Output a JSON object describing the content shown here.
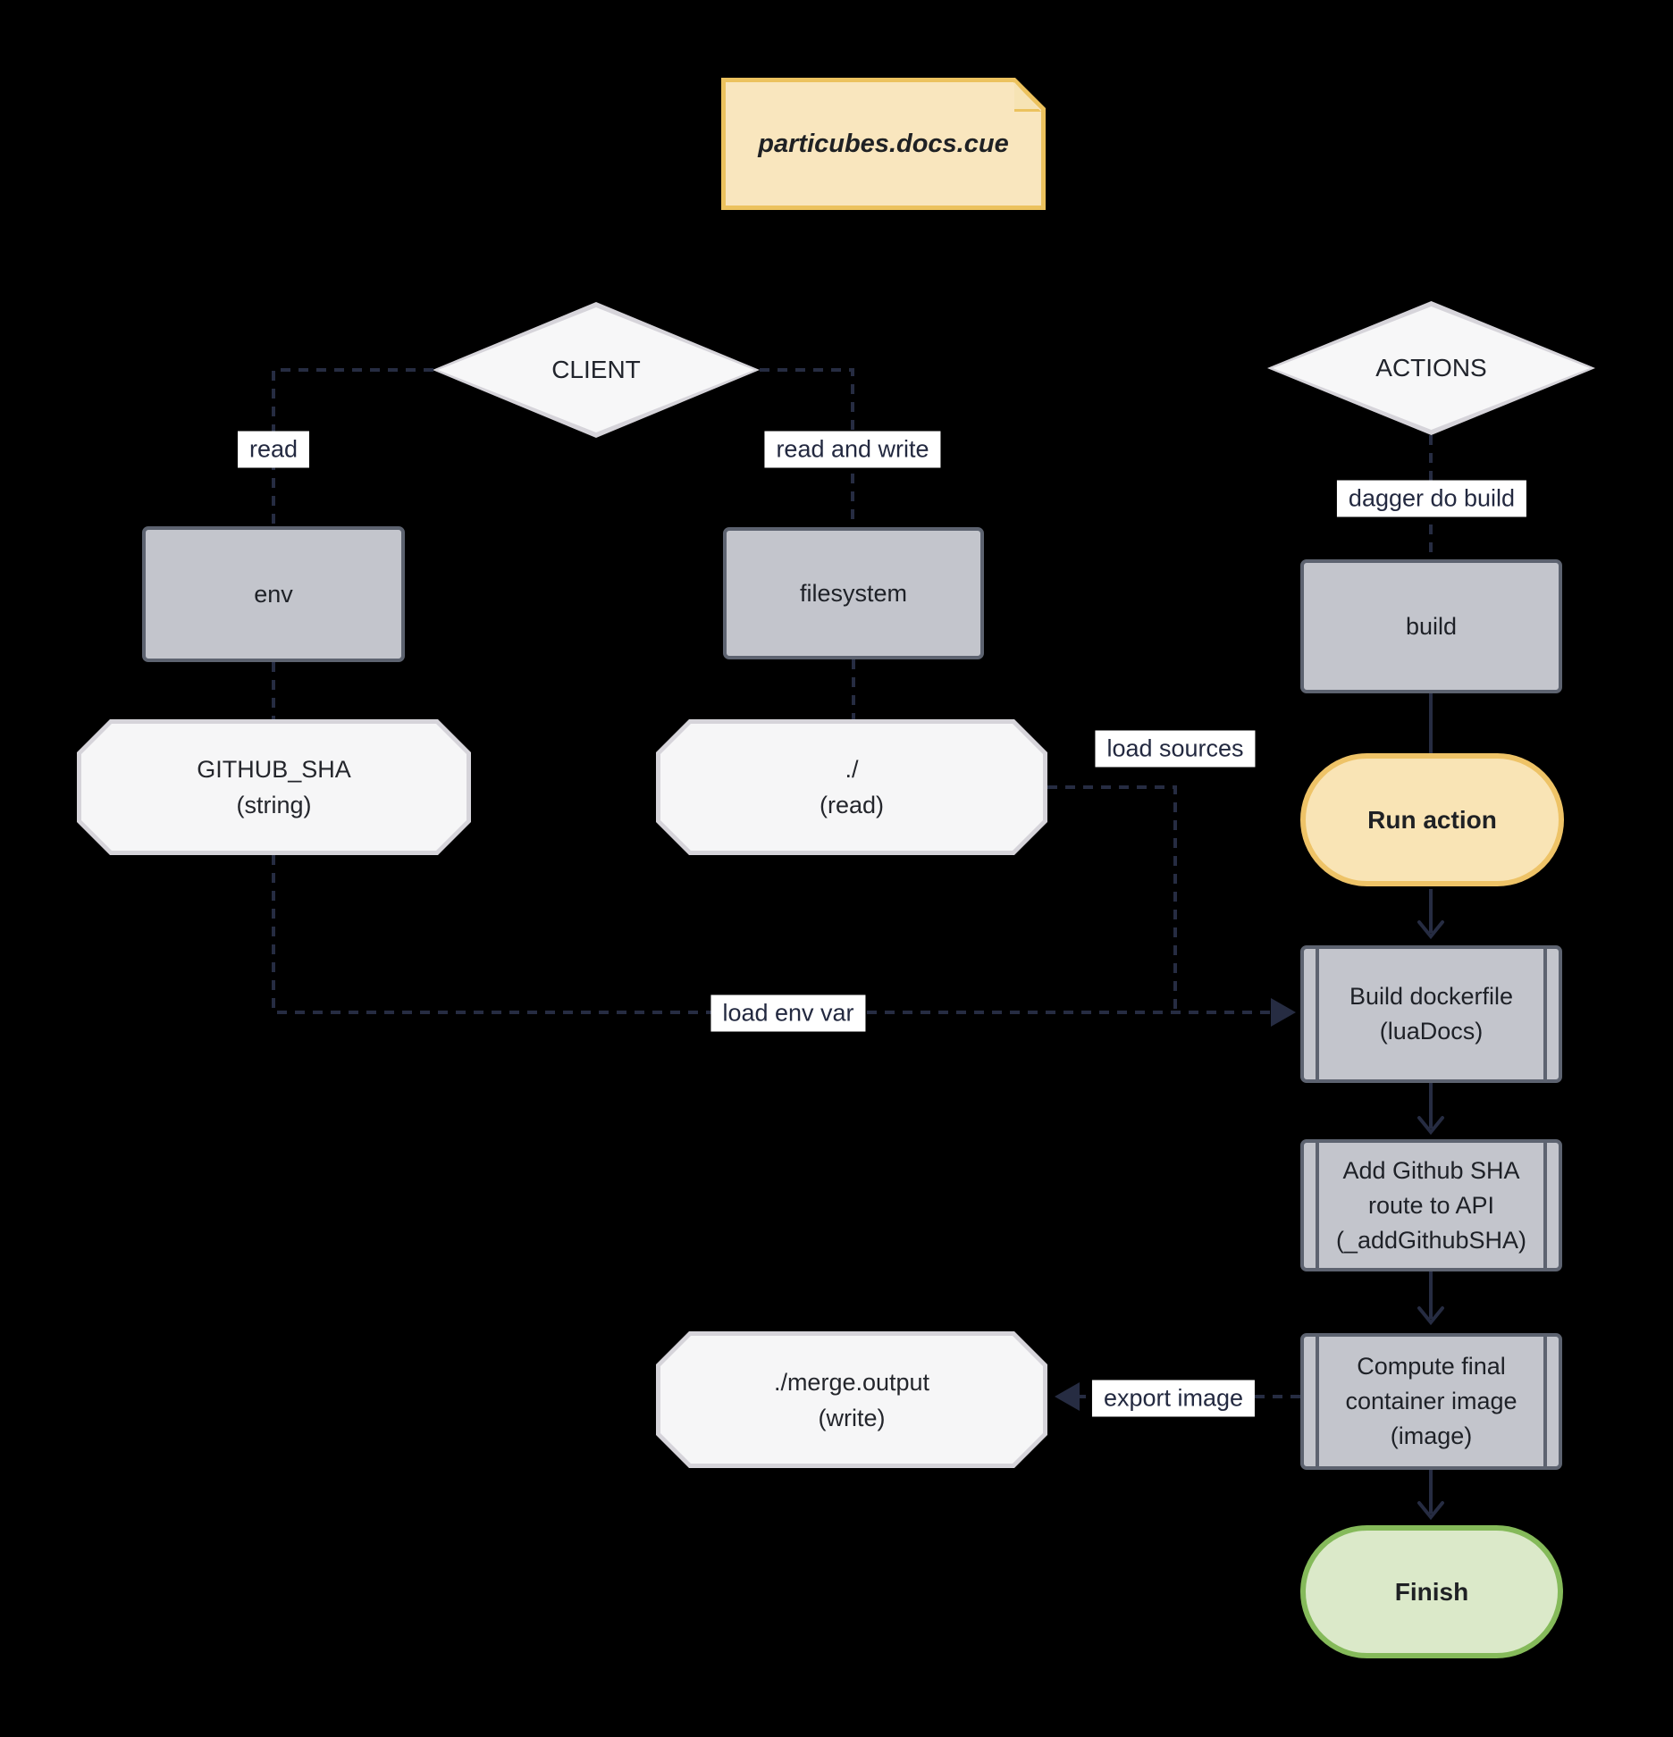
{
  "diagram": {
    "note": {
      "label": "particubes.docs.cue"
    },
    "nodes": {
      "client": {
        "label": "CLIENT"
      },
      "actions": {
        "label": "ACTIONS"
      },
      "env": {
        "label": "env"
      },
      "filesystem": {
        "label": "filesystem"
      },
      "build": {
        "label": "build"
      },
      "github_sha": {
        "lines": [
          "GITHUB_SHA",
          "(string)"
        ]
      },
      "dot_read": {
        "lines": [
          "./",
          "(read)"
        ]
      },
      "merge_output": {
        "lines": [
          "./merge.output",
          "(write)"
        ]
      },
      "run_action": {
        "label": "Run action"
      },
      "build_dockerfile": {
        "lines": [
          "Build dockerfile",
          "(luaDocs)"
        ]
      },
      "add_github_sha": {
        "lines": [
          "Add Github SHA",
          "route to API",
          "(_addGithubSHA)"
        ]
      },
      "compute_final": {
        "lines": [
          "Compute final",
          "container image",
          "(image)"
        ]
      },
      "finish": {
        "label": "Finish"
      }
    },
    "edge_labels": {
      "read": "read",
      "read_and_write": "read and write",
      "dagger_do_build": "dagger do build",
      "load_sources": "load sources",
      "load_env_var": "load env var",
      "export_image": "export image"
    },
    "colors": {
      "background": "#000000",
      "note_fill": "#f9e6be",
      "note_border": "#ecc25e",
      "box_fill": "#c3c5cc",
      "box_border": "#5d6370",
      "shape_fill": "#f6f6f7",
      "shape_border": "#d6d4da",
      "action_fill": "#f9e4b5",
      "action_border": "#eec367",
      "finish_fill": "#dbe9c9",
      "finish_border": "#85ba5a",
      "edge_line": "#262c42",
      "edge_label_text": "#232940"
    }
  }
}
